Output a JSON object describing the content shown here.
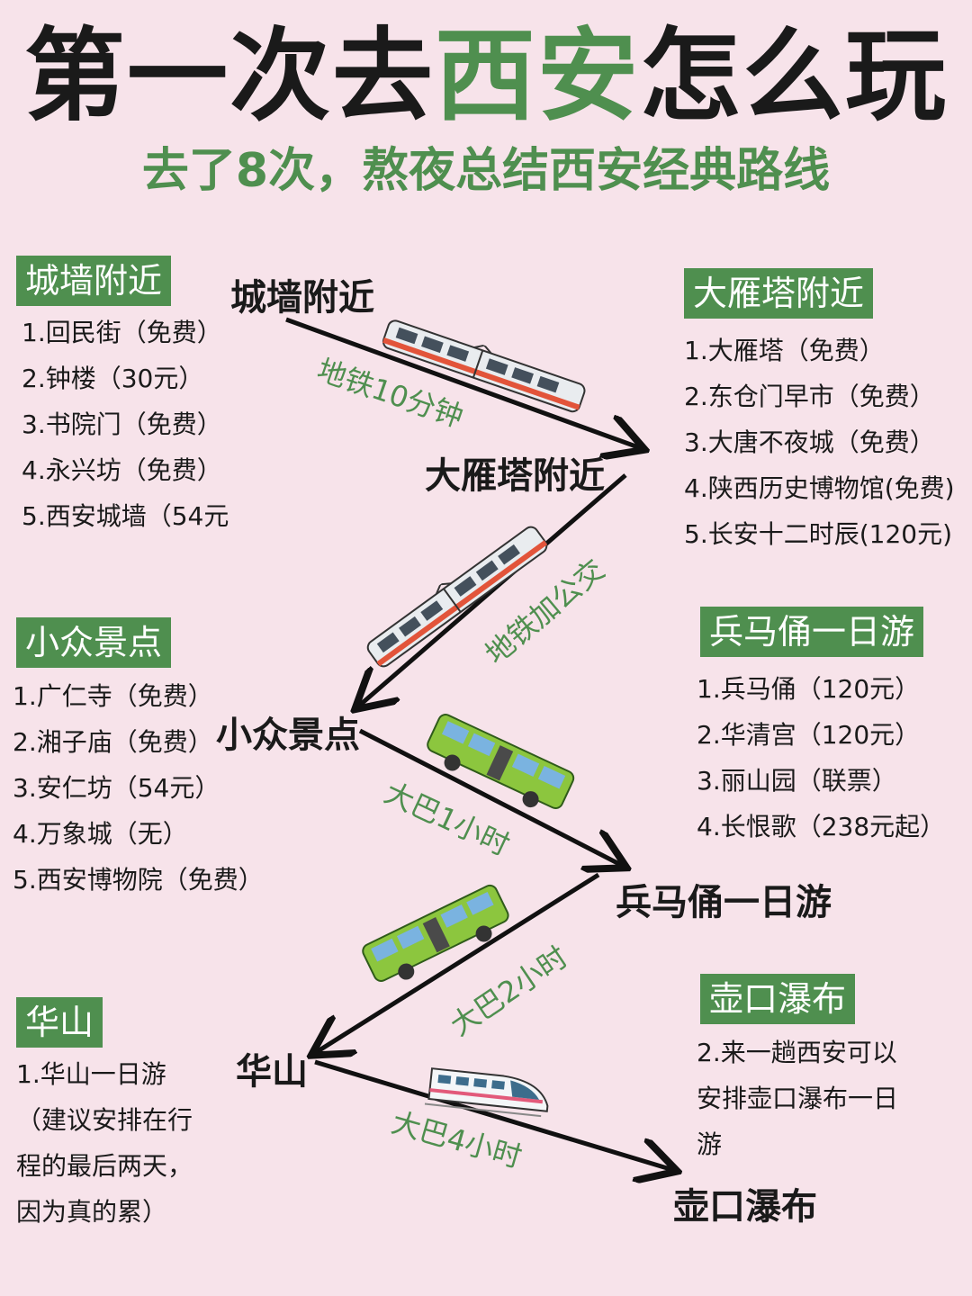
{
  "title": {
    "part1": "第一次去",
    "highlight": "西安",
    "part2": "怎么玩"
  },
  "subtitle": "去了8次，熬夜总结西安经典路线",
  "sections": [
    {
      "tag": "城墙附近",
      "items": [
        "1.回民街（免费）",
        "2.钟楼（30元）",
        "3.书院门（免费）",
        "4.永兴坊（免费）",
        "5.西安城墙（54元"
      ]
    },
    {
      "tag": "大雁塔附近",
      "items": [
        "1.大雁塔（免费）",
        "2.东仓门早市（免费）",
        "3.大唐不夜城（免费）",
        "4.陕西历史博物馆(免费)",
        "5.长安十二时辰(120元)"
      ]
    },
    {
      "tag": "小众景点",
      "items": [
        "1.广仁寺（免费）",
        "2.湘子庙（免费）",
        "3.安仁坊（54元）",
        "4.万象城（无）",
        "5.西安博物院（免费）"
      ]
    },
    {
      "tag": "兵马俑一日游",
      "items": [
        "1.兵马俑（120元）",
        "2.华清宫（120元）",
        "3.丽山园（联票）",
        "4.长恨歌（238元起）"
      ]
    },
    {
      "tag": "华山",
      "items": [
        "1.华山一日游",
        "（建议安排在行",
        "程的最后两天，",
        "因为真的累）"
      ]
    },
    {
      "tag": "壶口瀑布",
      "items": [
        "2.来一趟西安可以",
        "安排壶口瀑布一日",
        "游"
      ]
    }
  ],
  "route": {
    "nodes": [
      "城墙附近",
      "大雁塔附近",
      "小众景点",
      "兵马俑一日游",
      "华山",
      "壶口瀑布"
    ],
    "legs": [
      {
        "label": "地铁10分钟",
        "vehicle": "subway-train"
      },
      {
        "label": "地铁加公交",
        "vehicle": "subway-train"
      },
      {
        "label": "大巴1小时",
        "vehicle": "green-bus"
      },
      {
        "label": "大巴2小时",
        "vehicle": "green-bus"
      },
      {
        "label": "大巴4小时",
        "vehicle": "high-speed-train"
      }
    ]
  },
  "colors": {
    "background": "#f7e3ea",
    "accent": "#4f8f4f",
    "line": "#111111"
  }
}
